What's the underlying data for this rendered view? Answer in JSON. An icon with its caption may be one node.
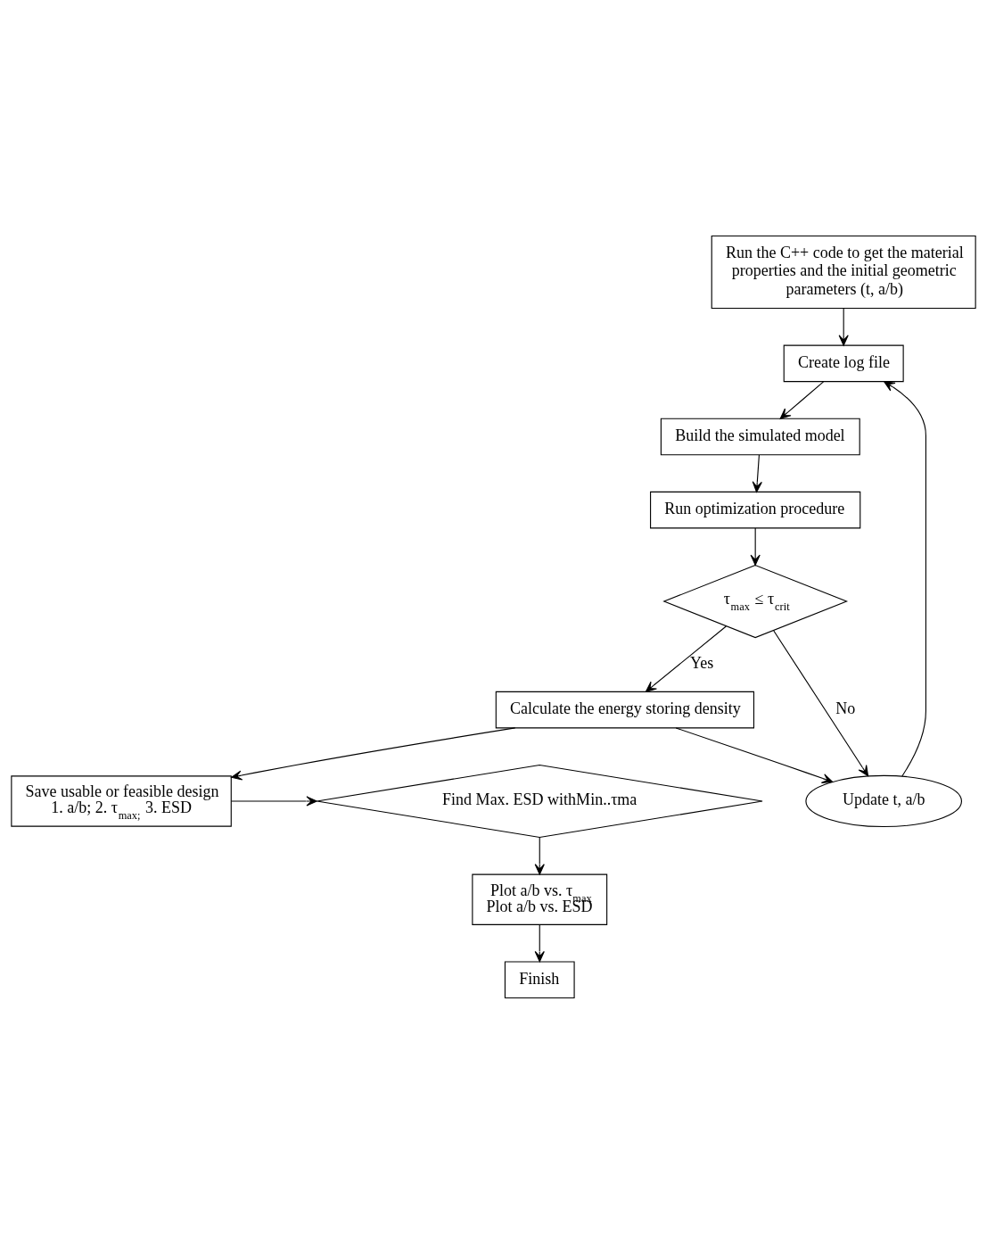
{
  "diagram": {
    "nodes": [
      {
        "text": [
          "Run the C++ code to get the material properties and the initial geometric parameters (t, a/b)"
        ]
      },
      {
        "text": [
          "Create log file"
        ]
      },
      {
        "text": [
          "Build the simulated model"
        ]
      },
      {
        "text": [
          "Run optimization procedure"
        ]
      },
      {
        "text": [
          "τ$_{max}$ ≤ τ$_{crit}$"
        ]
      },
      {
        "text": [
          "Calculate the energy storing density"
        ]
      },
      {
        "text": [
          "Update t, a/b"
        ]
      },
      {
        "text": [
          "Save usable or feasible design",
          "1. a/b; 2. τ$_{max;}$ 3. ESD"
        ]
      },
      {
        "text": [
          "Find Max. ESD withMin..τma"
        ]
      },
      {
        "text": [
          "Plot a/b vs. τ$_{max}$",
          "Plot a/b vs. ESD"
        ]
      },
      {
        "text": [
          "Finish"
        ]
      }
    ],
    "edges": [
      {
        "from": 0,
        "to": 1,
        "arrow": "to"
      },
      {
        "from": 1,
        "to": 2,
        "arrow": "to"
      },
      {
        "from": 2,
        "to": 3,
        "arrow": "to"
      },
      {
        "from": 3,
        "to": 4,
        "arrow": "to"
      },
      {
        "from": 4,
        "to": 5,
        "arrow": "to",
        "label": "Yes"
      },
      {
        "from": 4,
        "to": 6,
        "arrow": "to",
        "label": "No"
      },
      {
        "from": 5,
        "to": 6,
        "arrow": "to"
      },
      {
        "from": 6,
        "to": 1,
        "arrow": "to"
      },
      {
        "from": 5,
        "to": 7,
        "arrow": "to"
      },
      {
        "from": 7,
        "to": 8,
        "arrow": "to"
      },
      {
        "from": 8,
        "to": 9,
        "arrow": "to"
      },
      {
        "from": 9,
        "to": 10,
        "arrow": "to"
      }
    ]
  }
}
